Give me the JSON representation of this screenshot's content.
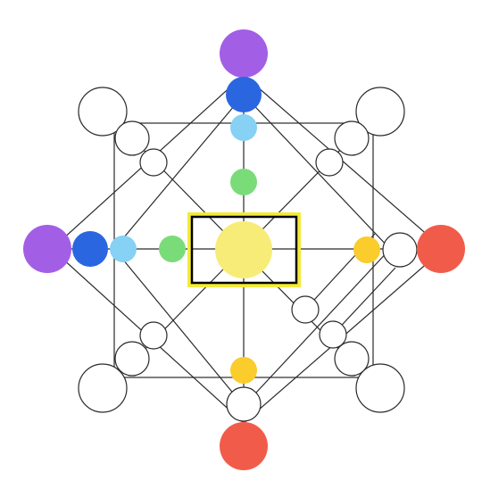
{
  "diagram": {
    "description_visible_text": "",
    "colors": {
      "purple": "#A35EE6",
      "blue": "#2A66E0",
      "light_blue": "#86D1F4",
      "green": "#7ADC78",
      "yellow": "#F8EC78",
      "gold": "#FACC2C",
      "red": "#F15C4A",
      "empty": "#FFFFFF",
      "line": "#2A2A2A",
      "center_box_border": "#000000",
      "center_box_glow": "#F4EA3A"
    },
    "colored_nodes": [
      {
        "name": "purple-node-top",
        "color": "purple"
      },
      {
        "name": "blue-node-top",
        "color": "blue"
      },
      {
        "name": "light-blue-node-top",
        "color": "light_blue"
      },
      {
        "name": "green-node-top",
        "color": "green"
      },
      {
        "name": "purple-node-left",
        "color": "purple"
      },
      {
        "name": "blue-node-left",
        "color": "blue"
      },
      {
        "name": "light-blue-node-left",
        "color": "light_blue"
      },
      {
        "name": "green-node-left",
        "color": "green"
      },
      {
        "name": "yellow-node-center",
        "color": "yellow"
      },
      {
        "name": "gold-node-right",
        "color": "gold"
      },
      {
        "name": "red-node-right",
        "color": "red"
      },
      {
        "name": "gold-node-bottom",
        "color": "gold"
      },
      {
        "name": "red-node-bottom",
        "color": "red"
      }
    ]
  }
}
